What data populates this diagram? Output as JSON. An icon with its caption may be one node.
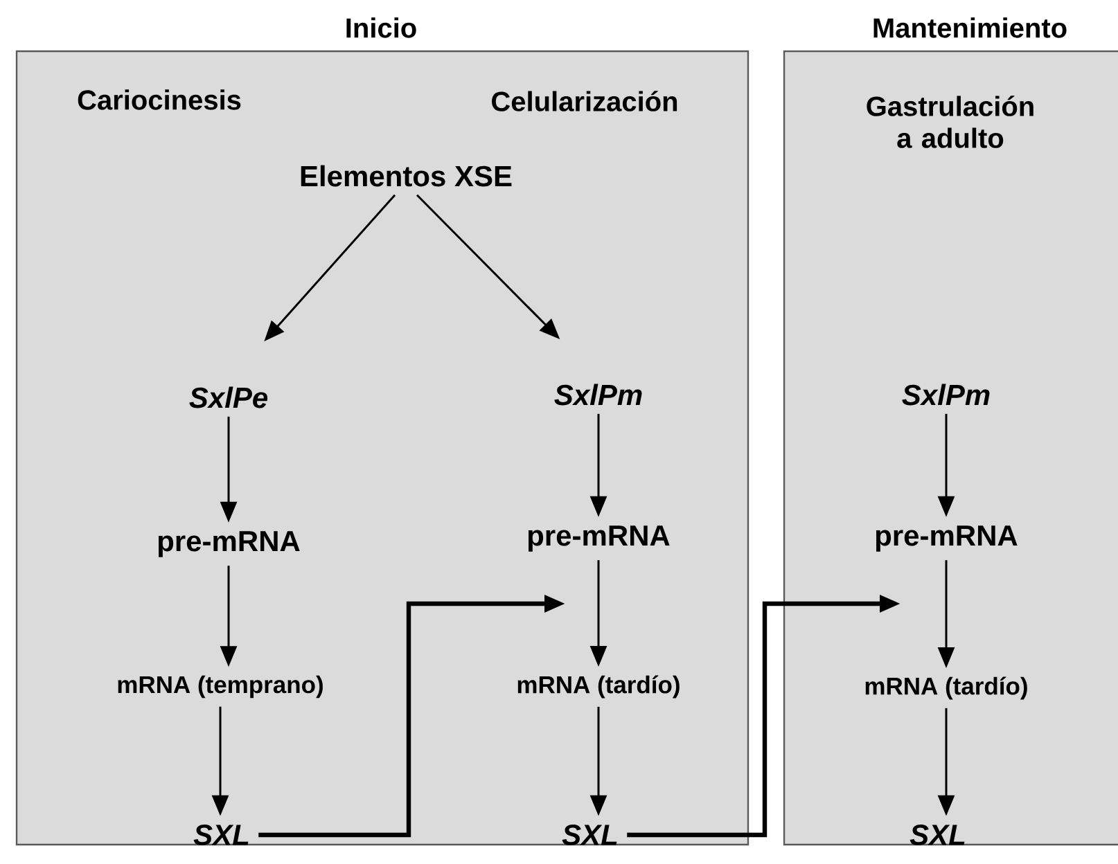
{
  "diagram": {
    "nodes": [
      {
        "text": [
          "Inicio",
          "Cariocinesis",
          "Celularización"
        ]
      },
      {
        "text": [
          "Mantenimiento",
          "Gastrulación a adulto"
        ]
      },
      {
        "text": [
          "Elementos XSE"
        ],
        "in": 0
      },
      {
        "text": [
          "SxlPe"
        ],
        "in": 0
      },
      {
        "text": [
          "SxlPm"
        ],
        "in": 0
      },
      {
        "text": [
          "pre-mRNA"
        ],
        "in": 0
      },
      {
        "text": [
          "pre-mRNA"
        ],
        "in": 0
      },
      {
        "text": [
          "mRNA (temprano)"
        ],
        "in": 0
      },
      {
        "text": [
          "mRNA (tardío)"
        ],
        "in": 0
      },
      {
        "text": [
          "SXL"
        ],
        "in": 0
      },
      {
        "text": [
          "SXL"
        ],
        "in": 0
      },
      {
        "text": [
          "SxlPm"
        ],
        "in": 1
      },
      {
        "text": [
          "pre-mRNA"
        ],
        "in": 1
      },
      {
        "text": [
          "mRNA (tardío)"
        ],
        "in": 1
      },
      {
        "text": [
          "SXL"
        ],
        "in": 1
      }
    ],
    "edges": [
      {
        "from": 2,
        "to": 3,
        "arrow": "to"
      },
      {
        "from": 2,
        "to": 4,
        "arrow": "to"
      },
      {
        "from": 3,
        "to": 5,
        "arrow": "to"
      },
      {
        "from": 5,
        "to": 7,
        "arrow": "to"
      },
      {
        "from": 7,
        "to": 9,
        "arrow": "to"
      },
      {
        "from": 4,
        "to": 6,
        "arrow": "to"
      },
      {
        "from": 6,
        "to": 8,
        "arrow": "to"
      },
      {
        "from": 8,
        "to": 10,
        "arrow": "to"
      },
      {
        "from": 11,
        "to": 12,
        "arrow": "to"
      },
      {
        "from": 12,
        "to": 13,
        "arrow": "to"
      },
      {
        "from": 13,
        "to": 14,
        "arrow": "to"
      },
      {
        "from": 9,
        "to": null,
        "arrow": "to",
        "style": "thick"
      },
      {
        "from": 10,
        "to": null,
        "arrow": "to",
        "style": "thick"
      }
    ]
  }
}
